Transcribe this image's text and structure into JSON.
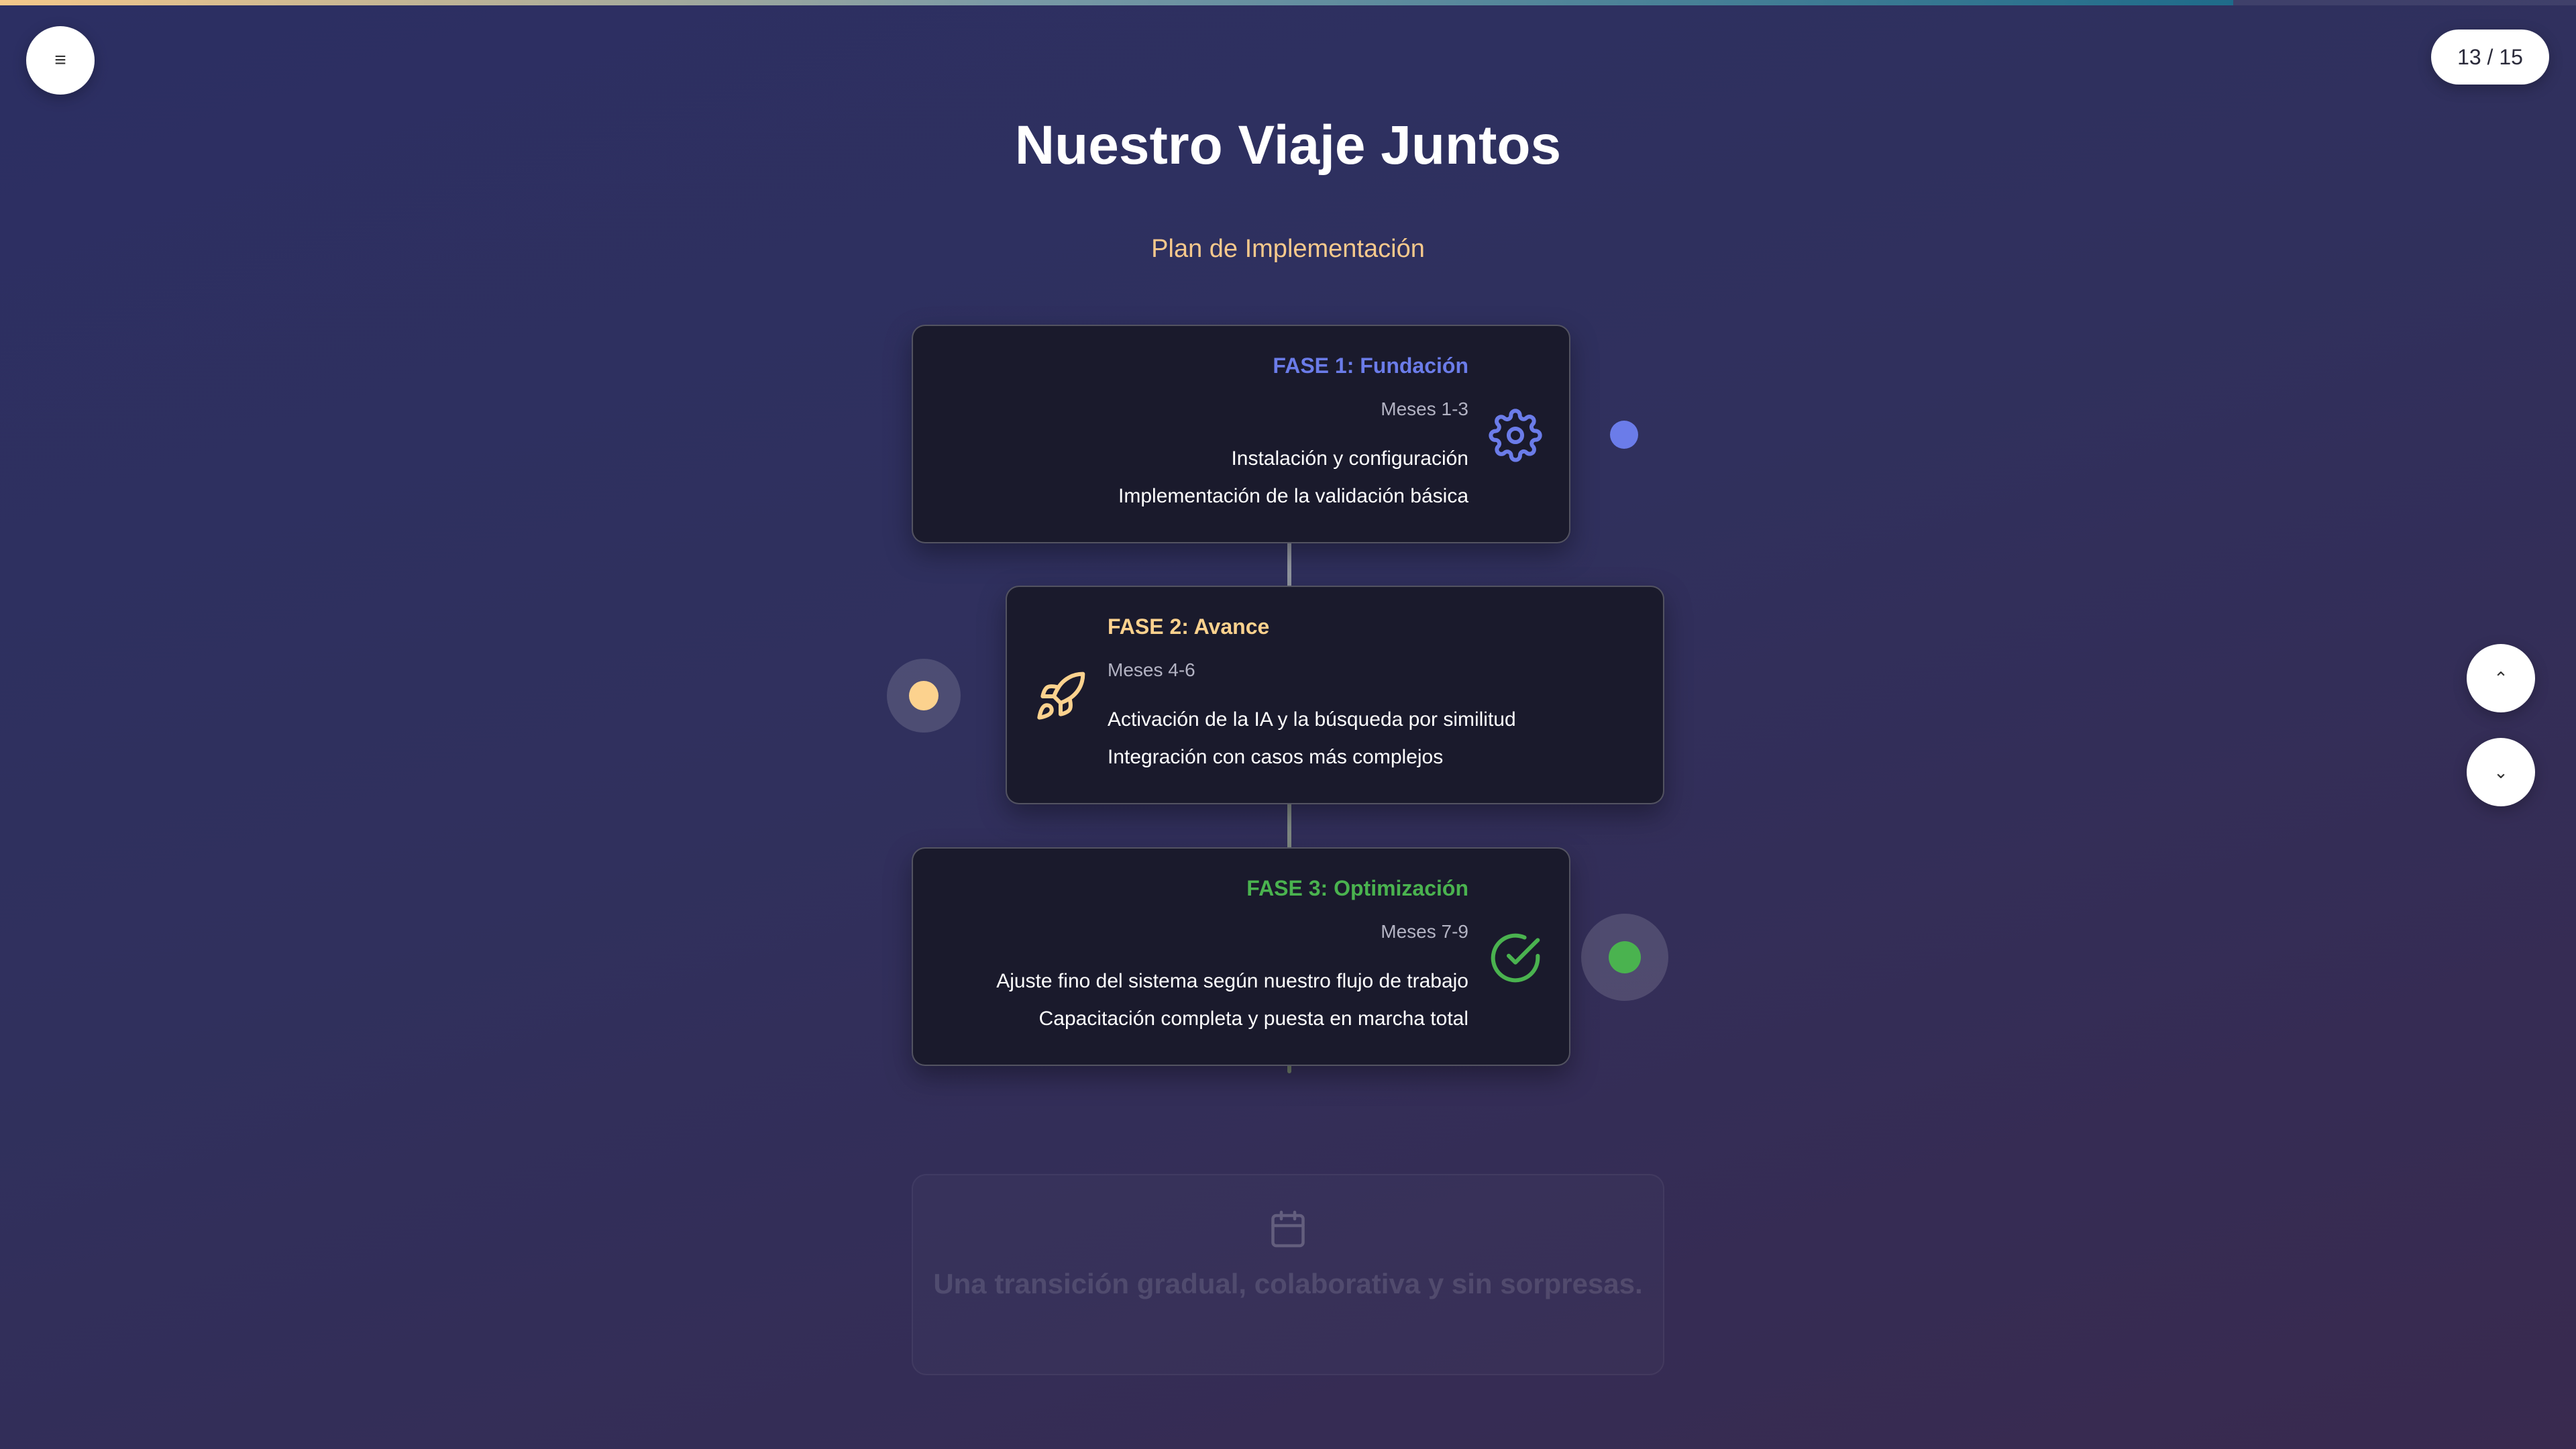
{
  "presentation": {
    "progress": 0.867,
    "page_counter": "13 / 15"
  },
  "toolbar": {
    "menu_label": "≡",
    "nav_up_label": "⌃",
    "nav_down_label": "⌄"
  },
  "slide": {
    "title": "Nuestro Viaje Juntos",
    "subtitle": "Plan de Implementación",
    "phases": [
      {
        "title": "FASE 1: Fundación",
        "months": "Meses 1-3",
        "items": [
          "Instalación y configuración",
          "Implementación de la validación básica"
        ],
        "color": "#6b7ce9",
        "icon": "gear-icon"
      },
      {
        "title": "FASE 2: Avance",
        "months": "Meses 4-6",
        "items": [
          "Activación de la IA y la búsqueda por similitud",
          "Integración con casos más complejos"
        ],
        "color": "#fcd28e",
        "icon": "rocket-icon"
      },
      {
        "title": "FASE 3: Optimización",
        "months": "Meses 7-9",
        "items": [
          "Ajuste fino del sistema según nuestro flujo de trabajo",
          "Capacitación completa y puesta en marcha total"
        ],
        "color": "#4ab34f",
        "icon": "check-circle-icon"
      }
    ],
    "footer": {
      "text": "Una transición gradual, colaborativa y sin sorpresas.",
      "icon": "calendar-icon"
    }
  }
}
